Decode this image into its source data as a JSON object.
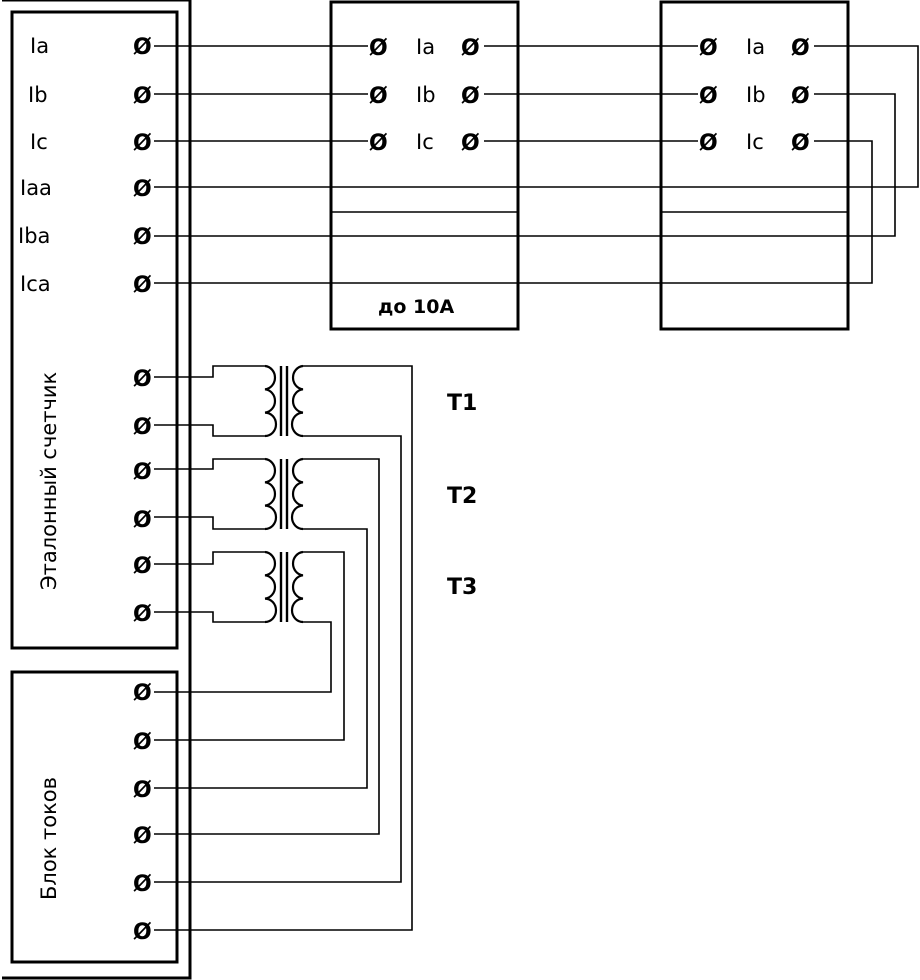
{
  "reference_meter": {
    "title": "Эталонный счетчик",
    "labels": [
      "Ia",
      "Ib",
      "Ic",
      "Iaa",
      "Iba",
      "Ica"
    ]
  },
  "current_block": {
    "title": "Блок токов"
  },
  "terminal_symbol": "Ø",
  "meter_1": {
    "labels": [
      "Ia",
      "Ib",
      "Ic"
    ],
    "note": "до 10А"
  },
  "meter_2": {
    "labels": [
      "Ia",
      "Ib",
      "Ic"
    ]
  },
  "transformers": [
    "T1",
    "T2",
    "T3"
  ]
}
